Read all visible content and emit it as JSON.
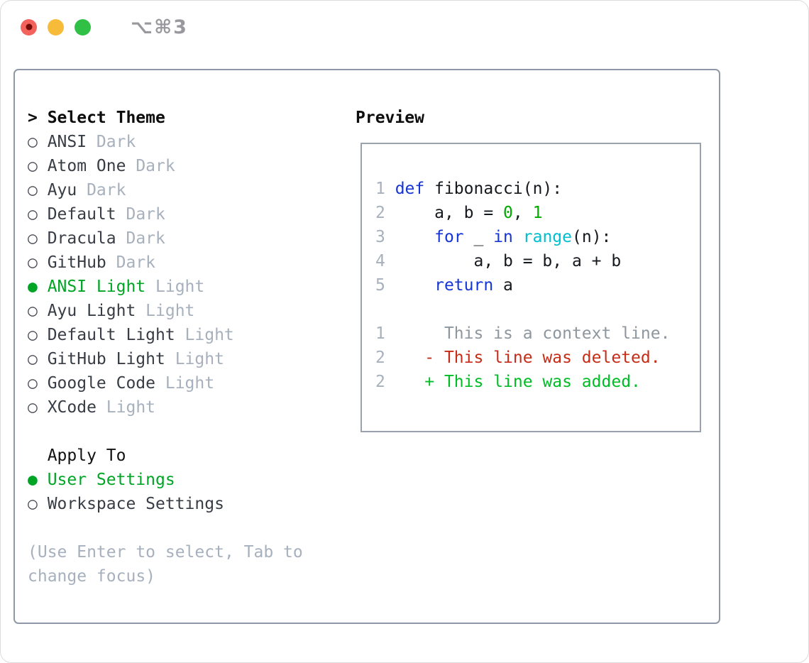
{
  "titlebar": {
    "shortcut": "⌥⌘3"
  },
  "icons": {
    "radio_selected": "●",
    "radio_unselected": "○"
  },
  "colors": {
    "selection_green": "#00a525",
    "added_green": "#00bd26",
    "deleted_red": "#c62c17",
    "keyword_blue": "#1635d6",
    "builtin_cyan": "#00bfd0",
    "number_green": "#00a800",
    "muted_gray": "#a7b0bd",
    "border_gray": "#8f98a6",
    "traffic_red": "#f3635c",
    "traffic_yellow": "#f7bb3a",
    "traffic_green": "#30c046"
  },
  "theme_panel": {
    "header_prefix": ">",
    "header": "Select Theme",
    "themes": [
      {
        "name": "ANSI",
        "variant": "Dark",
        "selected": false
      },
      {
        "name": "Atom One",
        "variant": "Dark",
        "selected": false
      },
      {
        "name": "Ayu",
        "variant": "Dark",
        "selected": false
      },
      {
        "name": "Default",
        "variant": "Dark",
        "selected": false
      },
      {
        "name": "Dracula",
        "variant": "Dark",
        "selected": false
      },
      {
        "name": "GitHub",
        "variant": "Dark",
        "selected": false
      },
      {
        "name": "ANSI Light",
        "variant": "Light",
        "selected": true
      },
      {
        "name": "Ayu Light",
        "variant": "Light",
        "selected": false
      },
      {
        "name": "Default Light",
        "variant": "Light",
        "selected": false
      },
      {
        "name": "GitHub Light",
        "variant": "Light",
        "selected": false
      },
      {
        "name": "Google Code",
        "variant": "Light",
        "selected": false
      },
      {
        "name": "XCode",
        "variant": "Light",
        "selected": false
      }
    ],
    "apply_to": {
      "header": "Apply To",
      "options": [
        {
          "label": "User Settings",
          "selected": true
        },
        {
          "label": "Workspace Settings",
          "selected": false
        }
      ]
    },
    "help_lines": [
      "(Use Enter to select, Tab to",
      "change focus)"
    ]
  },
  "preview": {
    "header": "Preview",
    "code_lines": [
      {
        "no": "1",
        "tokens": [
          {
            "c": "kw",
            "t": "def"
          },
          {
            "c": "plain",
            "t": " fibonacci(n):"
          }
        ]
      },
      {
        "no": "2",
        "tokens": [
          {
            "c": "plain",
            "t": "    a, b = "
          },
          {
            "c": "num",
            "t": "0"
          },
          {
            "c": "plain",
            "t": ", "
          },
          {
            "c": "num",
            "t": "1"
          }
        ]
      },
      {
        "no": "3",
        "tokens": [
          {
            "c": "plain",
            "t": "    "
          },
          {
            "c": "kw",
            "t": "for"
          },
          {
            "c": "plain",
            "t": " _ "
          },
          {
            "c": "kw",
            "t": "in"
          },
          {
            "c": "plain",
            "t": " "
          },
          {
            "c": "builtin",
            "t": "range"
          },
          {
            "c": "plain",
            "t": "(n):"
          }
        ]
      },
      {
        "no": "4",
        "tokens": [
          {
            "c": "plain",
            "t": "        a, b = b, a + b"
          }
        ]
      },
      {
        "no": "5",
        "tokens": [
          {
            "c": "plain",
            "t": "    "
          },
          {
            "c": "kw",
            "t": "return"
          },
          {
            "c": "plain",
            "t": " a"
          }
        ]
      },
      {
        "no": "",
        "tokens": []
      },
      {
        "no": "1",
        "tokens": [
          {
            "c": "ctx",
            "t": "     This is a context line."
          }
        ]
      },
      {
        "no": "2",
        "tokens": [
          {
            "c": "del",
            "t": "   - This line was deleted."
          }
        ]
      },
      {
        "no": "2",
        "tokens": [
          {
            "c": "add",
            "t": "   + This line was added."
          }
        ]
      }
    ]
  }
}
